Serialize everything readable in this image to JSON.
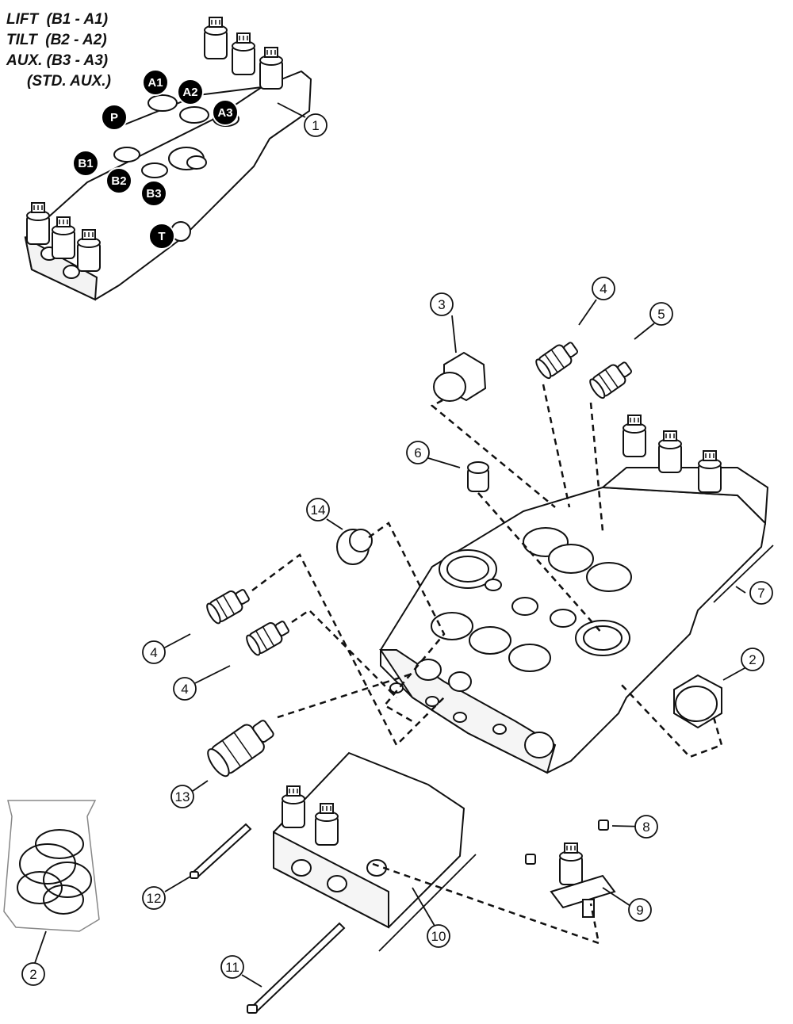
{
  "legend": {
    "line1": "LIFT  (B1 - A1)",
    "line2": "TILT  (B2 - A2)",
    "line3": "AUX. (B3 - A3)",
    "line4": "(STD. AUX.)"
  },
  "ports": {
    "A1": "A1",
    "A2": "A2",
    "A3": "A3",
    "P": "P",
    "B1": "B1",
    "B2": "B2",
    "B3": "B3",
    "T": "T"
  },
  "callouts": {
    "c1": "1",
    "c2_plug": "2",
    "c2_kit": "2",
    "c3": "3",
    "c4_top": "4",
    "c4_left_a": "4",
    "c4_left_b": "4",
    "c5": "5",
    "c6": "6",
    "c7": "7",
    "c8": "8",
    "c9": "9",
    "c10": "10",
    "c11": "11",
    "c12": "12",
    "c13": "13",
    "c14": "14"
  }
}
